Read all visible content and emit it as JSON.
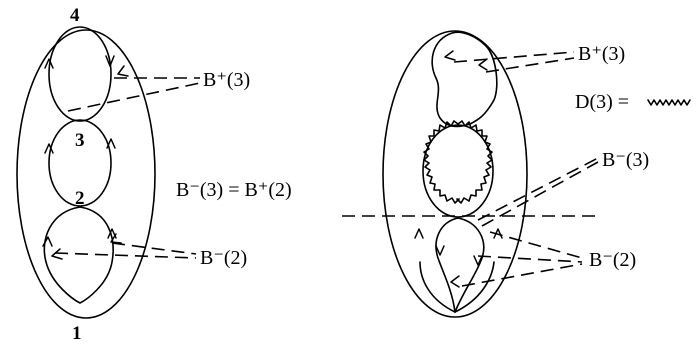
{
  "diagram": {
    "left": {
      "vertices": [
        "4",
        "3",
        "2",
        "1"
      ],
      "labels": {
        "b_plus_3": "B⁺(3)",
        "b_minus_3_equals_b_plus_2": "B⁻(3) = B⁺(2)",
        "b_minus_2": "B⁻(2)"
      }
    },
    "right": {
      "labels": {
        "b_plus_3": "B⁺(3)",
        "d_3": "D(3) =",
        "b_minus_3": "B⁻(3)",
        "b_minus_2": "B⁻(2)"
      }
    }
  }
}
